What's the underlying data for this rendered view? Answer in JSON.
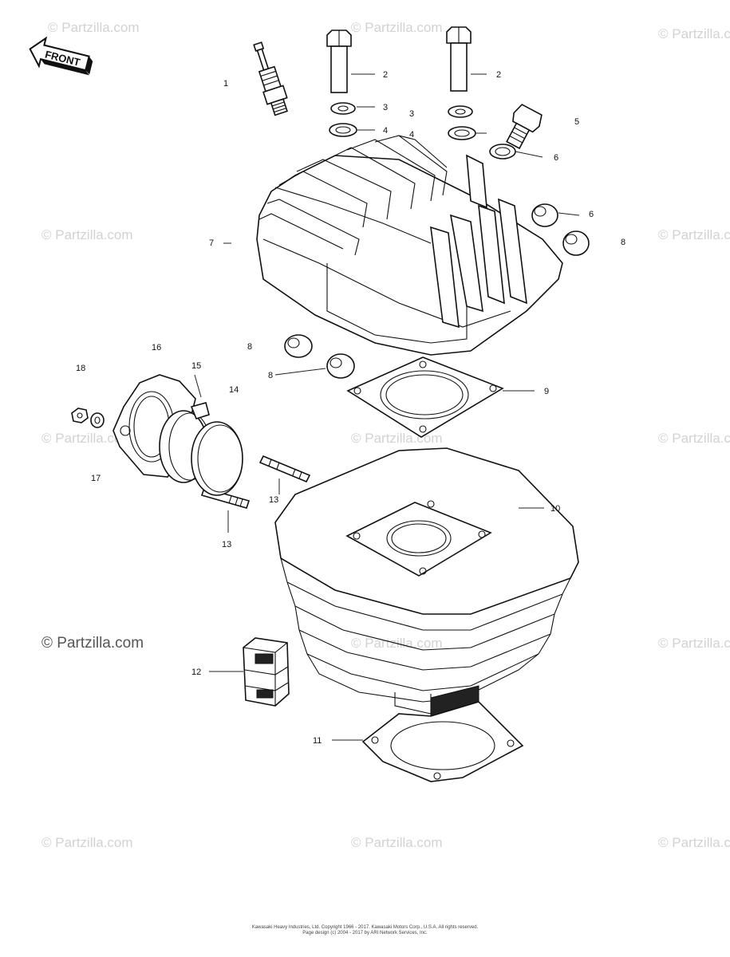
{
  "front_arrow": {
    "text": "FRONT"
  },
  "watermark": {
    "text": "© Partzilla.com"
  },
  "callouts": [
    {
      "id": "c1",
      "text": "1"
    },
    {
      "id": "c2a",
      "text": "2"
    },
    {
      "id": "c2b",
      "text": "2"
    },
    {
      "id": "c3a",
      "text": "3"
    },
    {
      "id": "c3b",
      "text": "3"
    },
    {
      "id": "c4a",
      "text": "4"
    },
    {
      "id": "c4b",
      "text": "4"
    },
    {
      "id": "c5",
      "text": "5"
    },
    {
      "id": "c6a",
      "text": "6"
    },
    {
      "id": "c6b",
      "text": "6"
    },
    {
      "id": "c7",
      "text": "7"
    },
    {
      "id": "c8a",
      "text": "8"
    },
    {
      "id": "c8b",
      "text": "8"
    },
    {
      "id": "c8c",
      "text": "8"
    },
    {
      "id": "c9",
      "text": "9"
    },
    {
      "id": "c10",
      "text": "10"
    },
    {
      "id": "c11",
      "text": "11"
    },
    {
      "id": "c12",
      "text": "12"
    },
    {
      "id": "c13a",
      "text": "13"
    },
    {
      "id": "c13b",
      "text": "13"
    },
    {
      "id": "c14",
      "text": "14"
    },
    {
      "id": "c15",
      "text": "15"
    },
    {
      "id": "c16",
      "text": "16"
    },
    {
      "id": "c17",
      "text": "17"
    },
    {
      "id": "c18",
      "text": "18"
    }
  ],
  "copyright": {
    "line1": "Kawasaki Heavy Industries, Ltd. Copyright 1966 - 2017. Kawasaki Motors Corp., U.S.A. All rights reserved.",
    "line2": "Page design (c) 2004 - 2017 by ARI Network Services, Inc."
  }
}
